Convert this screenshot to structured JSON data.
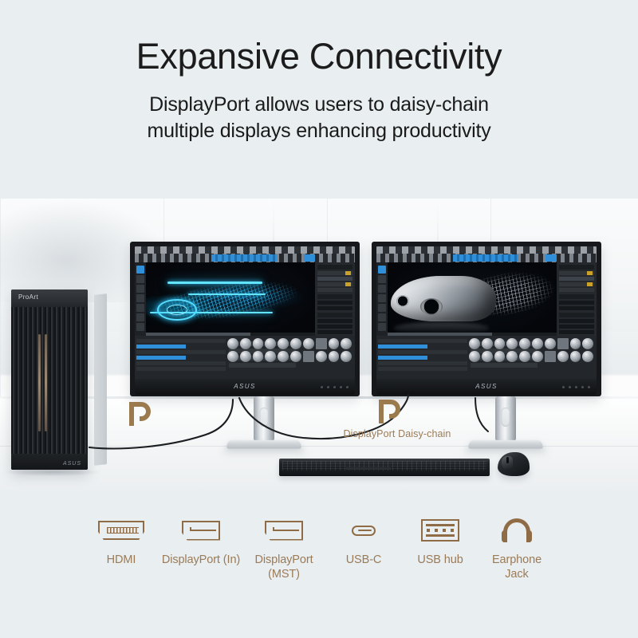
{
  "header": {
    "title": "Expansive Connectivity",
    "subtitle_line1": "DisplayPort allows users to daisy-chain",
    "subtitle_line2": "multiple displays enhancing productivity"
  },
  "scene": {
    "pc": {
      "brand_top": "ProArt",
      "brand_bottom": "ASUS"
    },
    "monitors": [
      {
        "position": "left",
        "brand": "ASUS",
        "screen_content": "3D modeling application showing a blue wireframe sports car"
      },
      {
        "position": "right",
        "brand": "ASUS",
        "screen_content": "3D modeling application showing a gray rendered sports car with wireframe"
      }
    ],
    "dp_badge_label": "DisplayPort Daisy-chain",
    "peripherals": [
      "keyboard",
      "mouse"
    ]
  },
  "ports": [
    {
      "icon": "hdmi-port-icon",
      "label": "HDMI"
    },
    {
      "icon": "displayport-in-icon",
      "label": "DisplayPort (In)"
    },
    {
      "icon": "displayport-mst-icon",
      "label_line1": "DisplayPort",
      "label_line2": "(MST)"
    },
    {
      "icon": "usb-c-port-icon",
      "label": "USB-C"
    },
    {
      "icon": "usb-hub-icon",
      "label": "USB hub"
    },
    {
      "icon": "earphone-jack-icon",
      "label_line1": "Earphone",
      "label_line2": "Jack"
    }
  ],
  "colors": {
    "page_background": "#e9eef1",
    "title_text": "#1c1c1c",
    "icon_bronze": "#8f6c45",
    "label_bronze": "#9b7b57",
    "accent_blue": "#2f8fd8"
  }
}
